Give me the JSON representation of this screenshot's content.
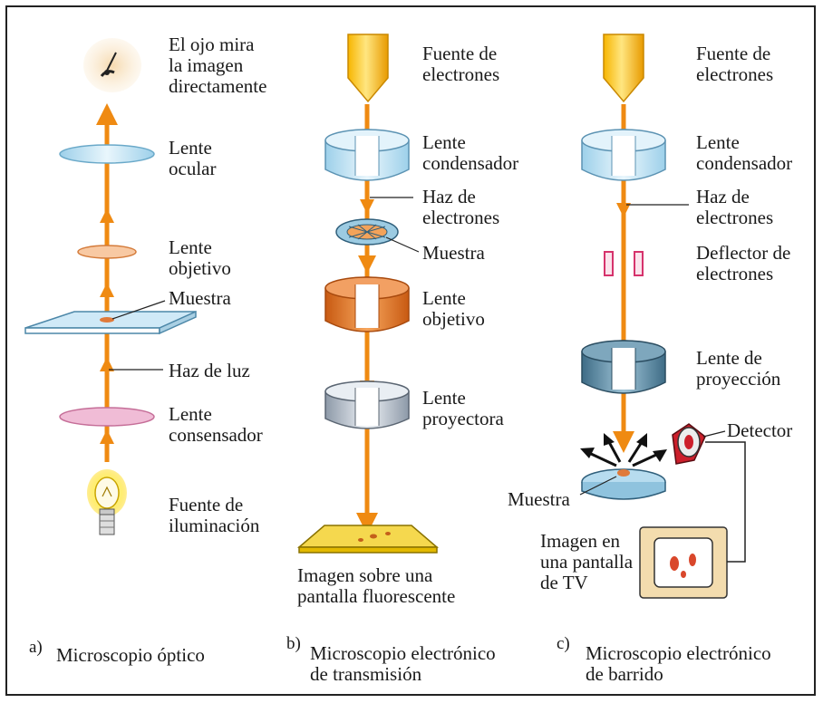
{
  "optical": {
    "eye_label": "El ojo mira\nla imagen\ndirectamente",
    "ocular_label": "Lente\nocular",
    "objective_label": "Lente\nobjetivo",
    "sample_label": "Muestra",
    "beam_label": "Haz de luz",
    "condenser_label": "Lente\nconsensador",
    "source_label": "Fuente de\niluminación",
    "caption_letter": "a)",
    "caption": "Microscopio óptico"
  },
  "tem": {
    "source_label": "Fuente de\nelectrones",
    "condenser_label": "Lente\ncondensador",
    "beam_label": "Haz de\nelectrones",
    "sample_label": "Muestra",
    "objective_label": "Lente\nobjetivo",
    "projector_label": "Lente\nproyectora",
    "screen_label": "Imagen sobre una\npantalla fluorescente",
    "caption_letter": "b)",
    "caption": "Microscopio electrónico\nde transmisión"
  },
  "sem": {
    "source_label": "Fuente de\nelectrones",
    "condenser_label": "Lente\ncondensador",
    "beam_label": "Haz de\nelectrones",
    "deflector_label": "Deflector de\nelectrones",
    "projection_label": "Lente de\nproyección",
    "detector_label": "Detector",
    "sample_label": "Muestra",
    "tv_label": "Imagen en\nuna pantalla\nde TV",
    "caption_letter": "c)",
    "caption": "Microscopio electrónico\nde barrido"
  },
  "colors": {
    "beam": "#ef8a12",
    "gold": "#f2c21a",
    "lens_blue": "#bfe3f3",
    "lens_pink": "#e8a9c8",
    "objective_orange": "#e0742a",
    "sem_projection": "#4f7f99",
    "deflector": "#d6336c"
  }
}
